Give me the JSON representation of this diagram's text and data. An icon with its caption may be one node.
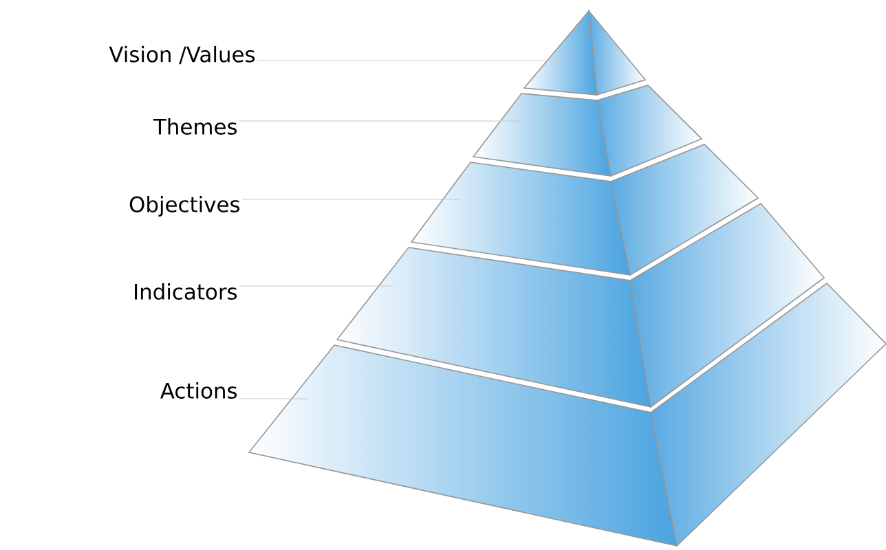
{
  "diagram": {
    "nodes": [
      {
        "text": [
          "Vision /Values"
        ]
      },
      {
        "text": [
          "Themes"
        ]
      },
      {
        "text": [
          "Objectives"
        ]
      },
      {
        "text": [
          "Indicators"
        ]
      },
      {
        "text": [
          "Actions"
        ]
      },
      {
        "text": [],
        "shape": "trapezium"
      },
      {
        "text": [],
        "shape": "trapezium"
      },
      {
        "text": [],
        "shape": "trapezium"
      },
      {
        "text": [],
        "shape": "trapezium"
      },
      {
        "text": [],
        "shape": "trapezium"
      }
    ],
    "edges": [
      {
        "from": 0,
        "to": 5,
        "arrow": "none"
      },
      {
        "from": 1,
        "to": 6,
        "arrow": "none"
      },
      {
        "from": 2,
        "to": 7,
        "arrow": "none"
      },
      {
        "from": 3,
        "to": 8,
        "arrow": "none"
      },
      {
        "from": 4,
        "to": 9,
        "arrow": "none"
      }
    ]
  }
}
